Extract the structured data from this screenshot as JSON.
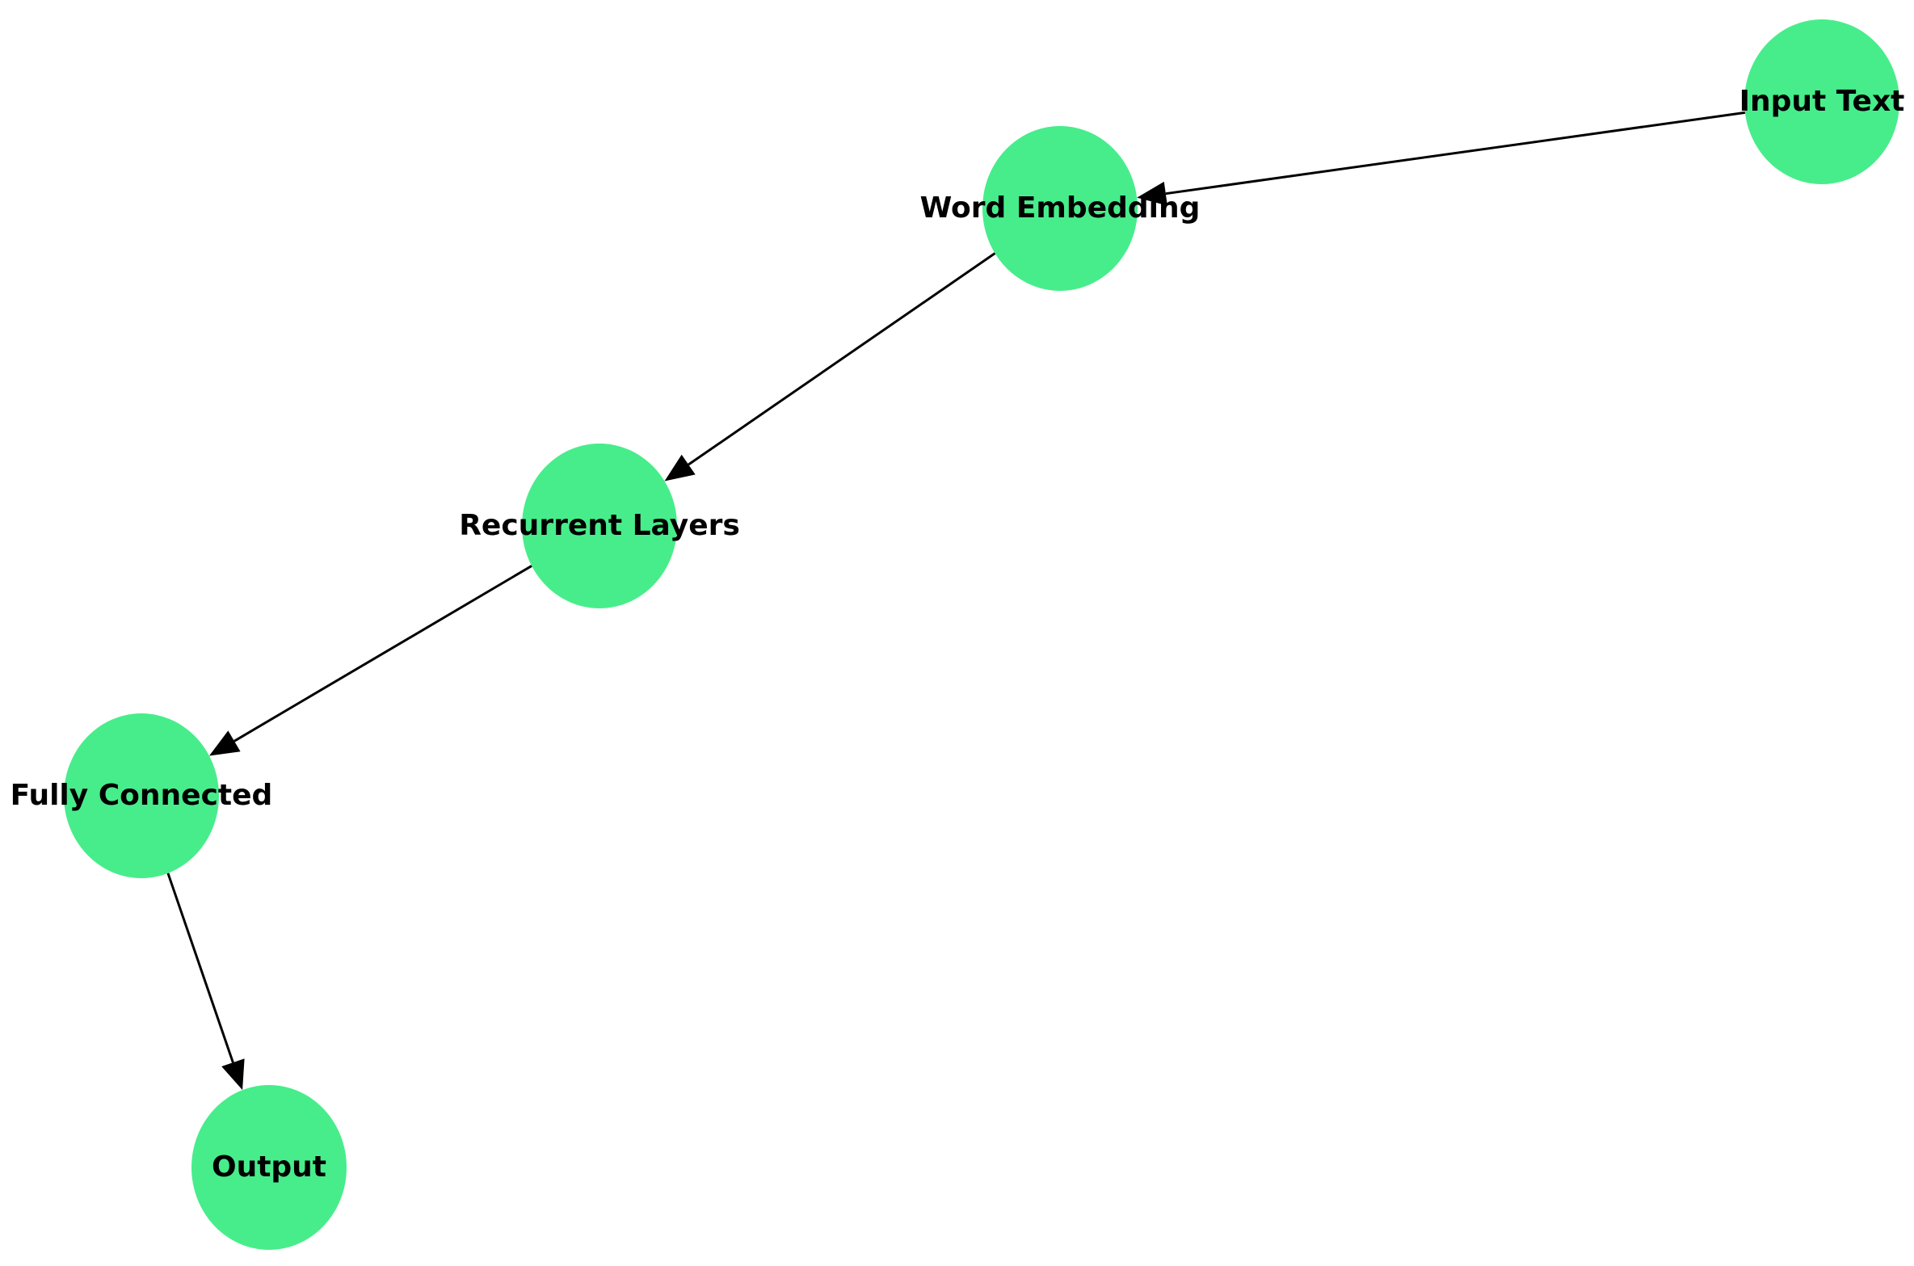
{
  "diagram": {
    "type": "directed-graph",
    "node_color": "#47ED8B",
    "edge_color": "#000000",
    "label_color": "#000000",
    "nodes": [
      {
        "id": "input-text",
        "label": "Input Text"
      },
      {
        "id": "word-embedding",
        "label": "Word Embedding"
      },
      {
        "id": "recurrent-layers",
        "label": "Recurrent Layers"
      },
      {
        "id": "fully-connected",
        "label": "Fully Connected"
      },
      {
        "id": "output",
        "label": "Output"
      }
    ],
    "edges": [
      {
        "from": "input-text",
        "to": "word-embedding"
      },
      {
        "from": "word-embedding",
        "to": "recurrent-layers"
      },
      {
        "from": "recurrent-layers",
        "to": "fully-connected"
      },
      {
        "from": "fully-connected",
        "to": "output"
      }
    ]
  }
}
